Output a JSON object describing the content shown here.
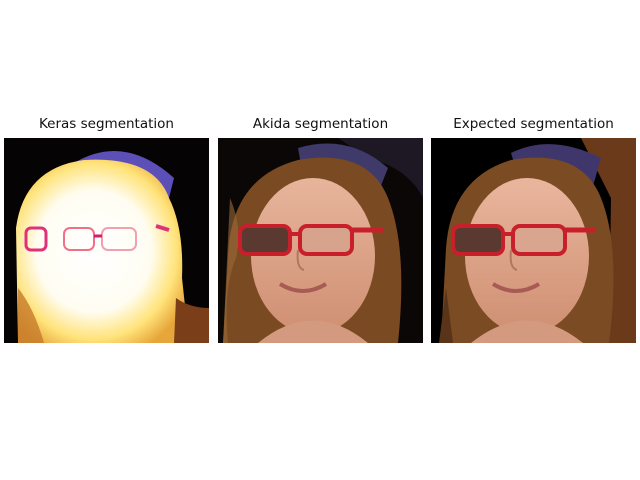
{
  "figure": {
    "panels": [
      {
        "title": "Keras segmentation",
        "image": "over-exposed face segmentation output"
      },
      {
        "title": "Akida segmentation",
        "image": "face segmentation output"
      },
      {
        "title": "Expected segmentation",
        "image": "ground-truth face segmentation"
      }
    ]
  },
  "colors": {
    "background": "#ffffff",
    "hair_brown": "#7a4a22",
    "skin": "#d9a489",
    "glasses_red": "#c8202a",
    "hat_purple": "#4a3f78",
    "keras_glow": "#fffbe8"
  }
}
